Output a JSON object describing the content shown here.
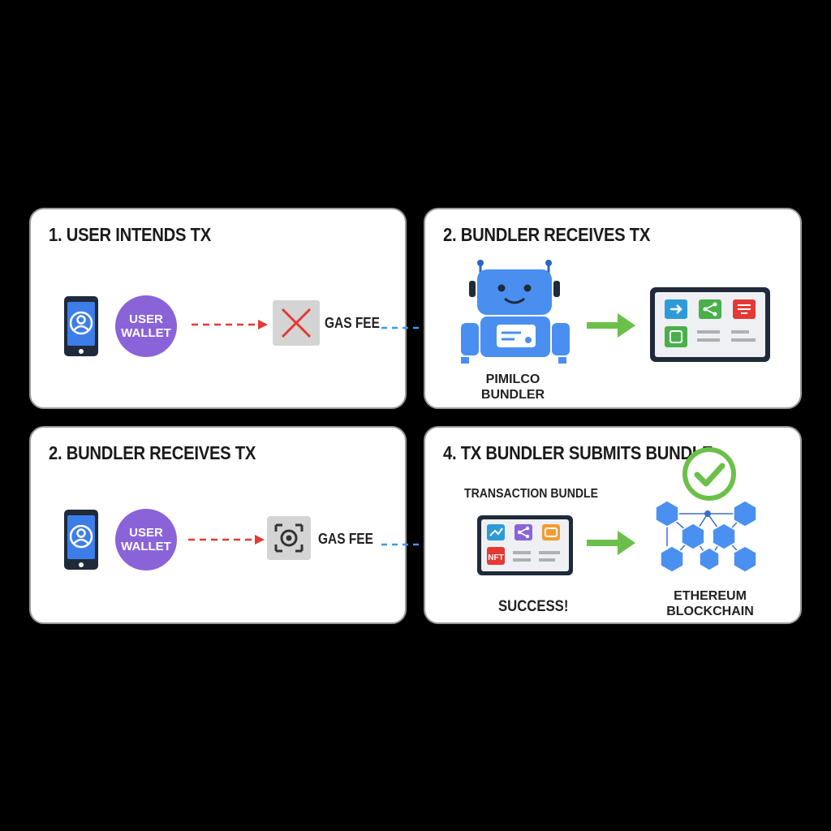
{
  "panels": {
    "p1": {
      "title": "1. USER INTENDS TX",
      "wallet_line1": "USER",
      "wallet_line2": "WALLET",
      "gas_label": "GAS FEE"
    },
    "p2": {
      "title": "2. BUNDLER RECEIVES TX",
      "bundler_line1": "PIMILCO",
      "bundler_line2": "BUNDLER"
    },
    "p3": {
      "title": "2. BUNDLER RECEIVES TX",
      "wallet_line1": "USER",
      "wallet_line2": "WALLET",
      "gas_label": "GAS FEE"
    },
    "p4": {
      "title": "4. TX BUNDLER SUBMITS BUNDLE",
      "bundle_label": "TRANSACTION BUNDLE",
      "success_label": "SUCCESS!",
      "chain_line1": "ETHEREUM",
      "chain_line2": "BLOCKCHAIN",
      "nft_tile_text": "NFT"
    }
  },
  "colors": {
    "panel_bg": "#ffffff",
    "phone_screen": "#3d7de8",
    "wallet": "#8a63d8",
    "red_arrow": "#e53935",
    "blue_arrow": "#3d9be9",
    "green_arrow": "#6cc04a",
    "robot": "#4a8ff0",
    "hexagon": "#4a90f0",
    "check": "#6cc04a"
  },
  "icons": [
    "smartphone-icon",
    "x-mark-icon",
    "chip-icon",
    "robot-icon",
    "dashboard-icon",
    "checkmark-icon",
    "blockchain-icon"
  ]
}
